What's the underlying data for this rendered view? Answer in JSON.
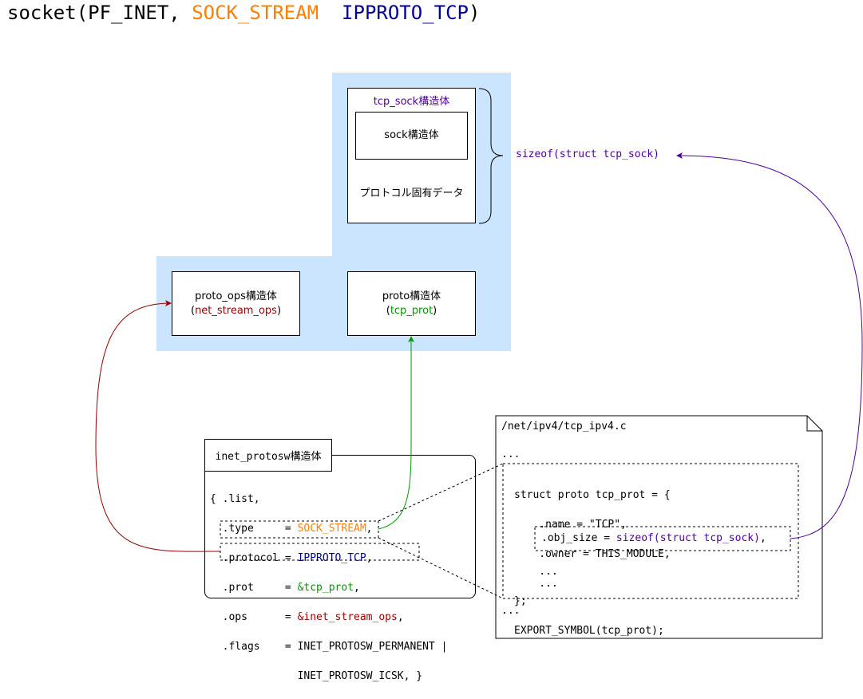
{
  "title": {
    "prefix": "socket(PF_INET, ",
    "sock_stream": "SOCK_STREAM",
    "gap": "  ",
    "ipproto": "IPPROTO_TCP",
    "suffix": ")"
  },
  "tcp_sock": {
    "label": "tcp_sock構造体",
    "sock_label": "sock構造体",
    "proto_data_label": "プロトコル固有データ"
  },
  "sizeof_label": "sizeof(struct tcp_sock)",
  "proto_ops": {
    "label": "proto_ops構造体",
    "paren_open": "(",
    "name": "net_stream_ops",
    "paren_close": ")"
  },
  "proto": {
    "label": "proto構造体",
    "paren_open": "(",
    "name": "tcp_prot",
    "paren_close": ")"
  },
  "inet_protosw": {
    "label": "inet_protosw構造体",
    "lines": {
      "l1": "{ .list,",
      "l2_key": "  .type     = ",
      "l2_val": "SOCK_STREAM",
      "l2_end": ",",
      "l3_key": "  .protocol = ",
      "l3_val": "IPPROTO_TCP",
      "l3_end": ",",
      "l4_key": "  .prot     = ",
      "l4_val": "&tcp_prot",
      "l4_end": ",",
      "l5_key": "  .ops      = ",
      "l5_val": "&inet_stream_ops",
      "l5_end": ",",
      "l6": "  .flags    = INET_PROTOSW_PERMANENT |",
      "l7": "              INET_PROTOSW_ICSK, }"
    }
  },
  "source_file": {
    "path": "/net/ipv4/tcp_ipv4.c",
    "ellipsis_top": "...",
    "code_l1": "struct proto tcp_prot = {",
    "code_l2": "    .name = \"TCP\",",
    "code_l3": "    .owner = THIS_MODULE,",
    "code_l4": "    ...",
    "code_l5_key": ".obj_size = ",
    "code_l5_val": "sizeof(struct tcp_sock)",
    "code_l5_end": ",",
    "code_l6": "    ...",
    "code_l7": "};",
    "code_l8": "EXPORT_SYMBOL(tcp_prot);",
    "ellipsis_bottom": "..."
  },
  "colors": {
    "orange": "#ff8000",
    "navy": "#000099",
    "purple": "#4c0099",
    "green": "#009900",
    "dark_red": "#990000",
    "light_blue": "#cce5ff"
  }
}
